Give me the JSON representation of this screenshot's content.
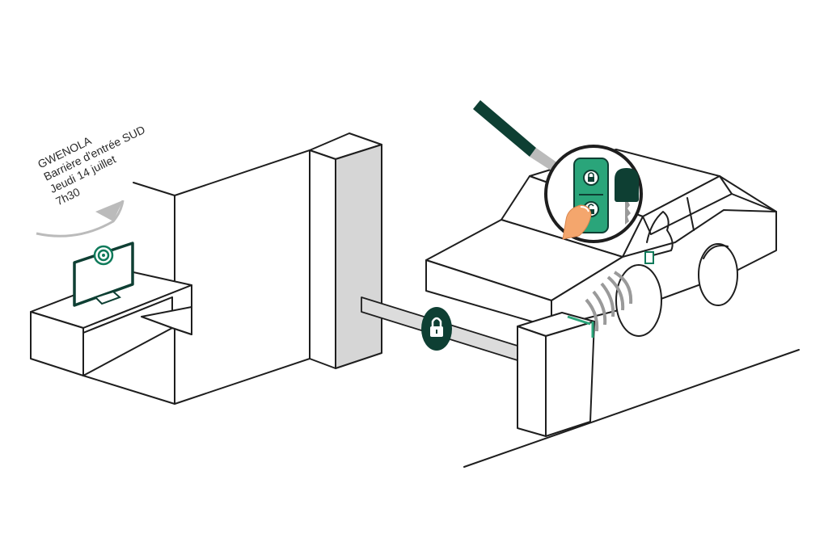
{
  "notification": {
    "user": "GWENOLA",
    "location": "Barrière d'entrée SUD",
    "date": "Jeudi 14 juillet",
    "time": "7h30"
  },
  "colors": {
    "brand_green": "#0f7a5a",
    "dark_green": "#0e3f33",
    "light_green": "#2aa57a",
    "line": "#1e1e1e",
    "pillar_shade": "#d6d6d6",
    "barrier_arm": "#dcdcdc"
  },
  "icons": [
    "padlock-icon",
    "target-icon",
    "key-icon",
    "finger-icon",
    "signal-waves-icon"
  ]
}
